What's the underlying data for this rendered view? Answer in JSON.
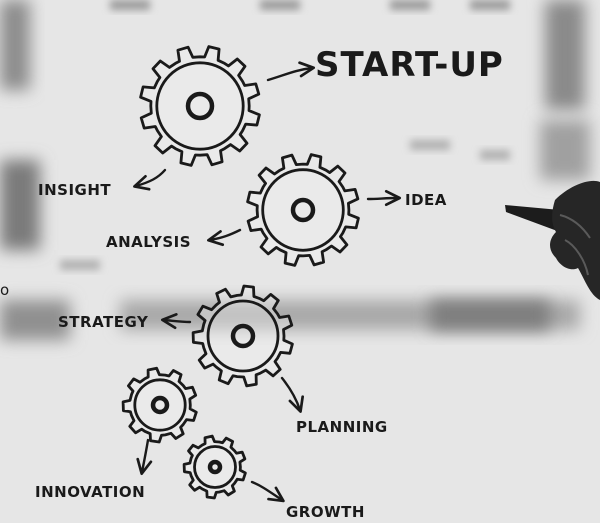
{
  "title": "START-UP",
  "labels": {
    "insight": "INSIGHT",
    "idea": "IDEA",
    "analysis": "ANALYSIS",
    "strategy": "STRATEGY",
    "planning": "PLANNING",
    "innovation": "INNOVATION",
    "growth": "GROWTH"
  },
  "stray_text": "o",
  "colors": {
    "ink": "#1a1a1a",
    "paper": "#e4e4e4",
    "background_blur": "#b8b8b8"
  }
}
